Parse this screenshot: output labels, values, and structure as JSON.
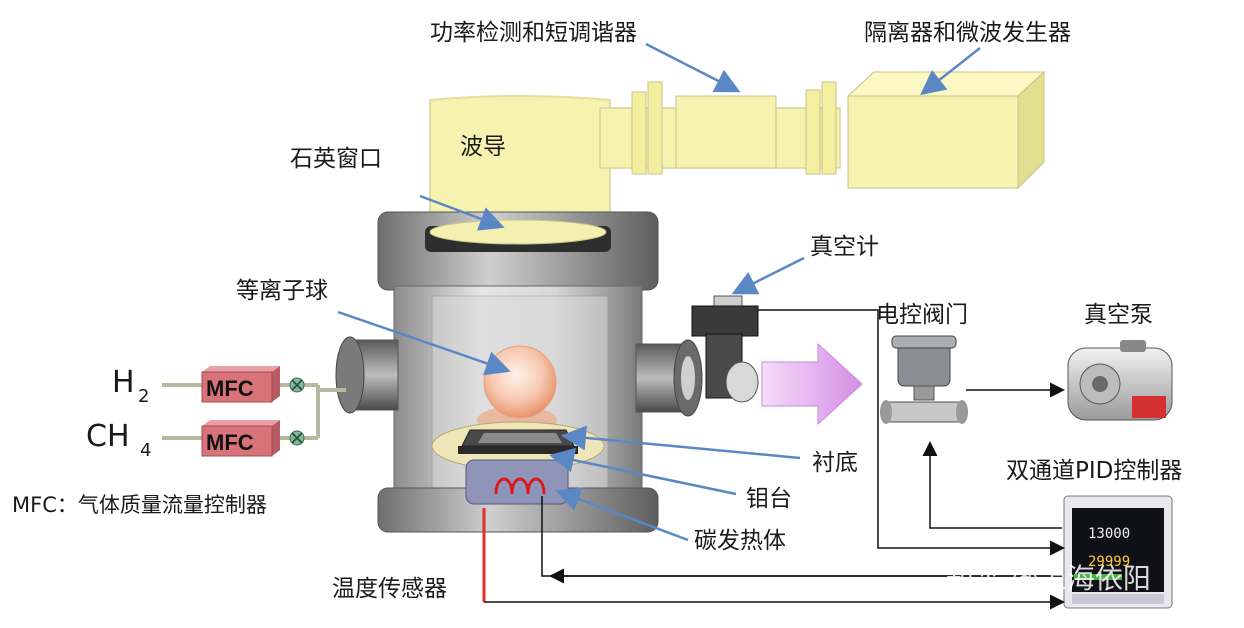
{
  "labels": {
    "power_tuner": "功率检测和短调谐器",
    "isolator_generator": "隔离器和微波发生器",
    "waveguide": "波导",
    "quartz_window": "石英窗口",
    "vacuum_gauge": "真空计",
    "plasma_ball": "等离子球",
    "electric_valve": "电控阀门",
    "vacuum_pump": "真空泵",
    "substrate": "衬底",
    "pid_controller": "双通道PID控制器",
    "mo_stage": "钼台",
    "carbon_heater": "碳发热体",
    "temp_sensor": "温度传感器",
    "mfc_note": "MFC：气体质量流量控制器"
  },
  "gases": {
    "h2": {
      "base": "H",
      "sub": "2"
    },
    "ch4": {
      "base": "CH",
      "sub": "4"
    }
  },
  "mfc_label": "MFC",
  "pid_display": {
    "top_value": "13000",
    "bottom_value": "29999"
  },
  "watermark": "知乎 @上海依阳",
  "colors": {
    "waveguide": "#f5f2a8",
    "arrow_blue": "#5b87c5",
    "mfc_red": "#d9737a",
    "sensor_red": "#e03020",
    "exhaust_purple": "#e8b0f0"
  }
}
